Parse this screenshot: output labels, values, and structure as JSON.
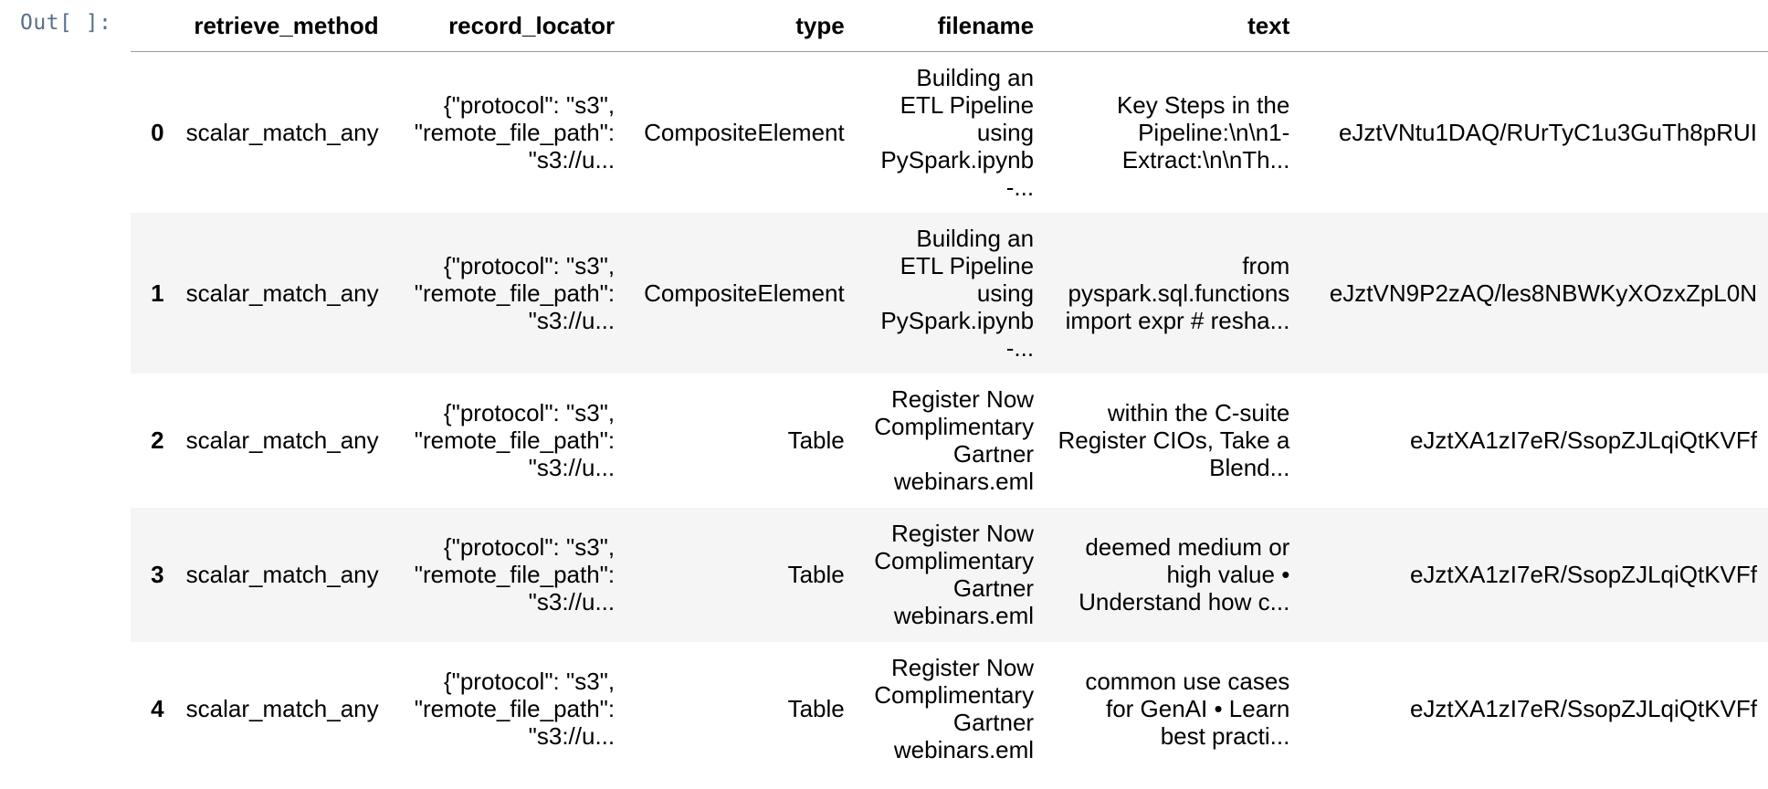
{
  "prompt": "Out[ ]:",
  "columns": [
    "retrieve_method",
    "record_locator",
    "type",
    "filename",
    "text"
  ],
  "rows": [
    {
      "index": "0",
      "retrieve_method": "scalar_match_any",
      "record_locator": "{\"protocol\": \"s3\", \"remote_file_path\": \"s3://u...",
      "type": "CompositeElement",
      "filename": "Building an ETL Pipeline using PySpark.ipynb -...",
      "text": "Key Steps in the Pipeline:\\n\\n1-Extract:\\n\\nTh...",
      "extra": "eJztVNtu1DAQ/RUrTyC1u3GuTh8pRUI"
    },
    {
      "index": "1",
      "retrieve_method": "scalar_match_any",
      "record_locator": "{\"protocol\": \"s3\", \"remote_file_path\": \"s3://u...",
      "type": "CompositeElement",
      "filename": "Building an ETL Pipeline using PySpark.ipynb -...",
      "text": "from pyspark.sql.functions import expr # resha...",
      "extra": "eJztVN9P2zAQ/les8NBWKyXOzxZpL0N"
    },
    {
      "index": "2",
      "retrieve_method": "scalar_match_any",
      "record_locator": "{\"protocol\": \"s3\", \"remote_file_path\": \"s3://u...",
      "type": "Table",
      "filename": "Register Now Complimentary Gartner webinars.eml",
      "text": "within the C-suite Register CIOs, Take a Blend...",
      "extra": "eJztXA1zI7eR/SsopZJLqiQtKVFf"
    },
    {
      "index": "3",
      "retrieve_method": "scalar_match_any",
      "record_locator": "{\"protocol\": \"s3\", \"remote_file_path\": \"s3://u...",
      "type": "Table",
      "filename": "Register Now Complimentary Gartner webinars.eml",
      "text": "deemed medium or high value • Understand how c...",
      "extra": "eJztXA1zI7eR/SsopZJLqiQtKVFf"
    },
    {
      "index": "4",
      "retrieve_method": "scalar_match_any",
      "record_locator": "{\"protocol\": \"s3\", \"remote_file_path\": \"s3://u...",
      "type": "Table",
      "filename": "Register Now Complimentary Gartner webinars.eml",
      "text": "common use cases for GenAI • Learn best practi...",
      "extra": "eJztXA1zI7eR/SsopZJLqiQtKVFf"
    }
  ]
}
